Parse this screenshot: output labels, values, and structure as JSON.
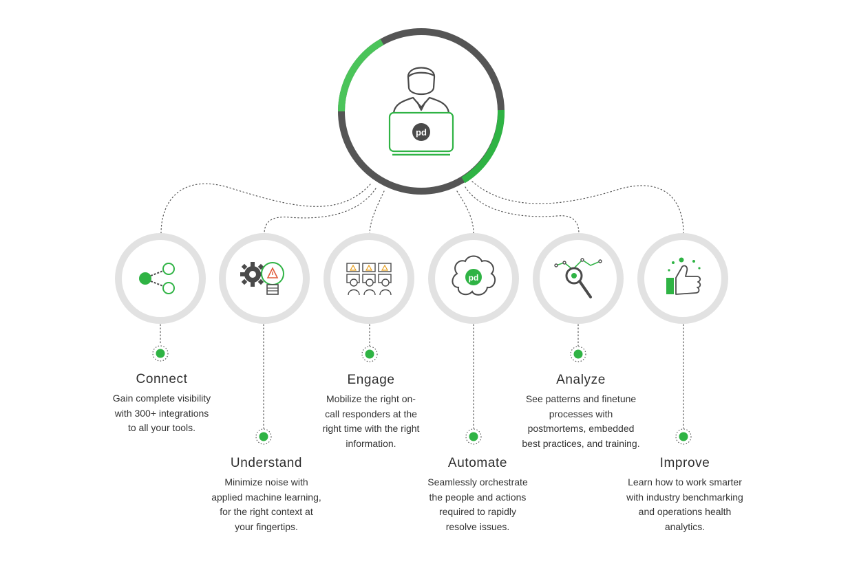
{
  "hub": {
    "badge_text": "pd",
    "colors": {
      "ring_dark": "#555555",
      "ring_green": "#4bc45a",
      "accent": "#2fb344",
      "outline": "#4a4a4a"
    }
  },
  "steps": [
    {
      "title": "Connect",
      "description": "Gain complete visibility\nwith 300+ integrations\nto all your tools.",
      "icon": "network-nodes-icon"
    },
    {
      "title": "Understand",
      "description": "Minimize noise with\napplied machine learning,\nfor the right context at\nyour fingertips.",
      "icon": "gear-lightbulb-icon"
    },
    {
      "title": "Engage",
      "description": "Mobilize the right on-\ncall responders at the\nright time with the right\ninformation.",
      "icon": "responder-team-icon"
    },
    {
      "title": "Automate",
      "description": "Seamlessly orchestrate\nthe people and actions\nrequired to rapidly\nresolve issues.",
      "icon": "brain-icon",
      "badge_text": "pd"
    },
    {
      "title": "Analyze",
      "description": "See patterns and finetune\nprocesses with\npostmortems, embedded\nbest practices, and training.",
      "icon": "magnifier-chart-icon"
    },
    {
      "title": "Improve",
      "description": "Learn how to work smarter\nwith industry benchmarking\nand operations health\nanalytics.",
      "icon": "thumbs-up-icon"
    }
  ]
}
